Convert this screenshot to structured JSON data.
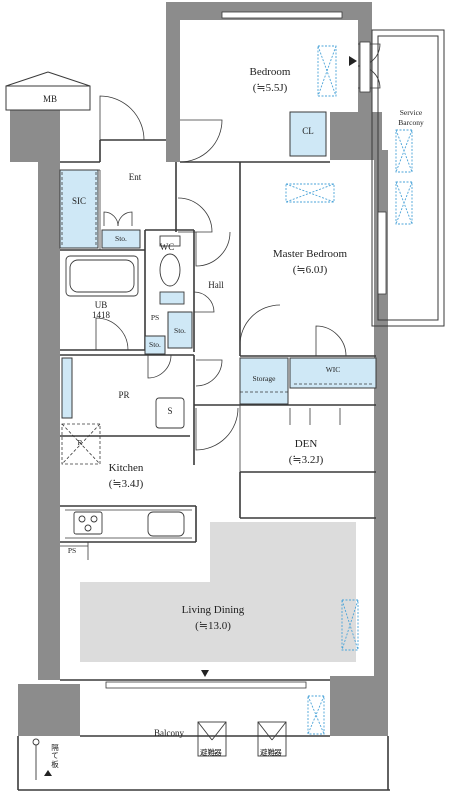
{
  "labels": {
    "mb": "MB",
    "bedroom_name": "Bedroom",
    "bedroom_size": "(≒5.5J)",
    "cl": "CL",
    "service_balcony_1": "Service",
    "service_balcony_2": "Barcony",
    "ent": "Ent",
    "sic": "SIC",
    "sto_ent": "Sto.",
    "wc": "WC",
    "hall": "Hall",
    "master_bedroom_name": "Master Bedroom",
    "master_bedroom_size": "(≒6.0J)",
    "ub": "UB",
    "ub_size": "1418",
    "ps_wc": "PS",
    "sto_wc": "Sto.",
    "sto_pr": "Sto.",
    "pr": "PR",
    "s": "S",
    "r": "R",
    "storage": "Storage",
    "wic": "WIC",
    "den_name": "DEN",
    "den_size": "(≒3.2J)",
    "kitchen_name": "Kitchen",
    "kitchen_size": "(≒3.4J)",
    "ps_kitchen": "PS",
    "living_name": "Living Dining",
    "living_size": "(≒13.0)",
    "balcony": "Balcony",
    "hatch_1": "避難",
    "hatch_2": "器",
    "hatch_3": "避難",
    "hatch_4": "器",
    "partition": "隔て板"
  },
  "colors": {
    "wall": "#8c8c8c",
    "line": "#3a3a3a",
    "storage_fill": "#cfe8f6",
    "living_fill": "#dcdcdc",
    "window_accent": "#4aa3d8"
  },
  "icons": [
    "up-arrow-icon",
    "right-arrow-icon",
    "down-arrow-icon",
    "hatch-icon",
    "ac-unit-icon",
    "cooktop-icon",
    "sink-icon",
    "bathtub-icon",
    "toilet-icon",
    "refrigerator-icon"
  ]
}
